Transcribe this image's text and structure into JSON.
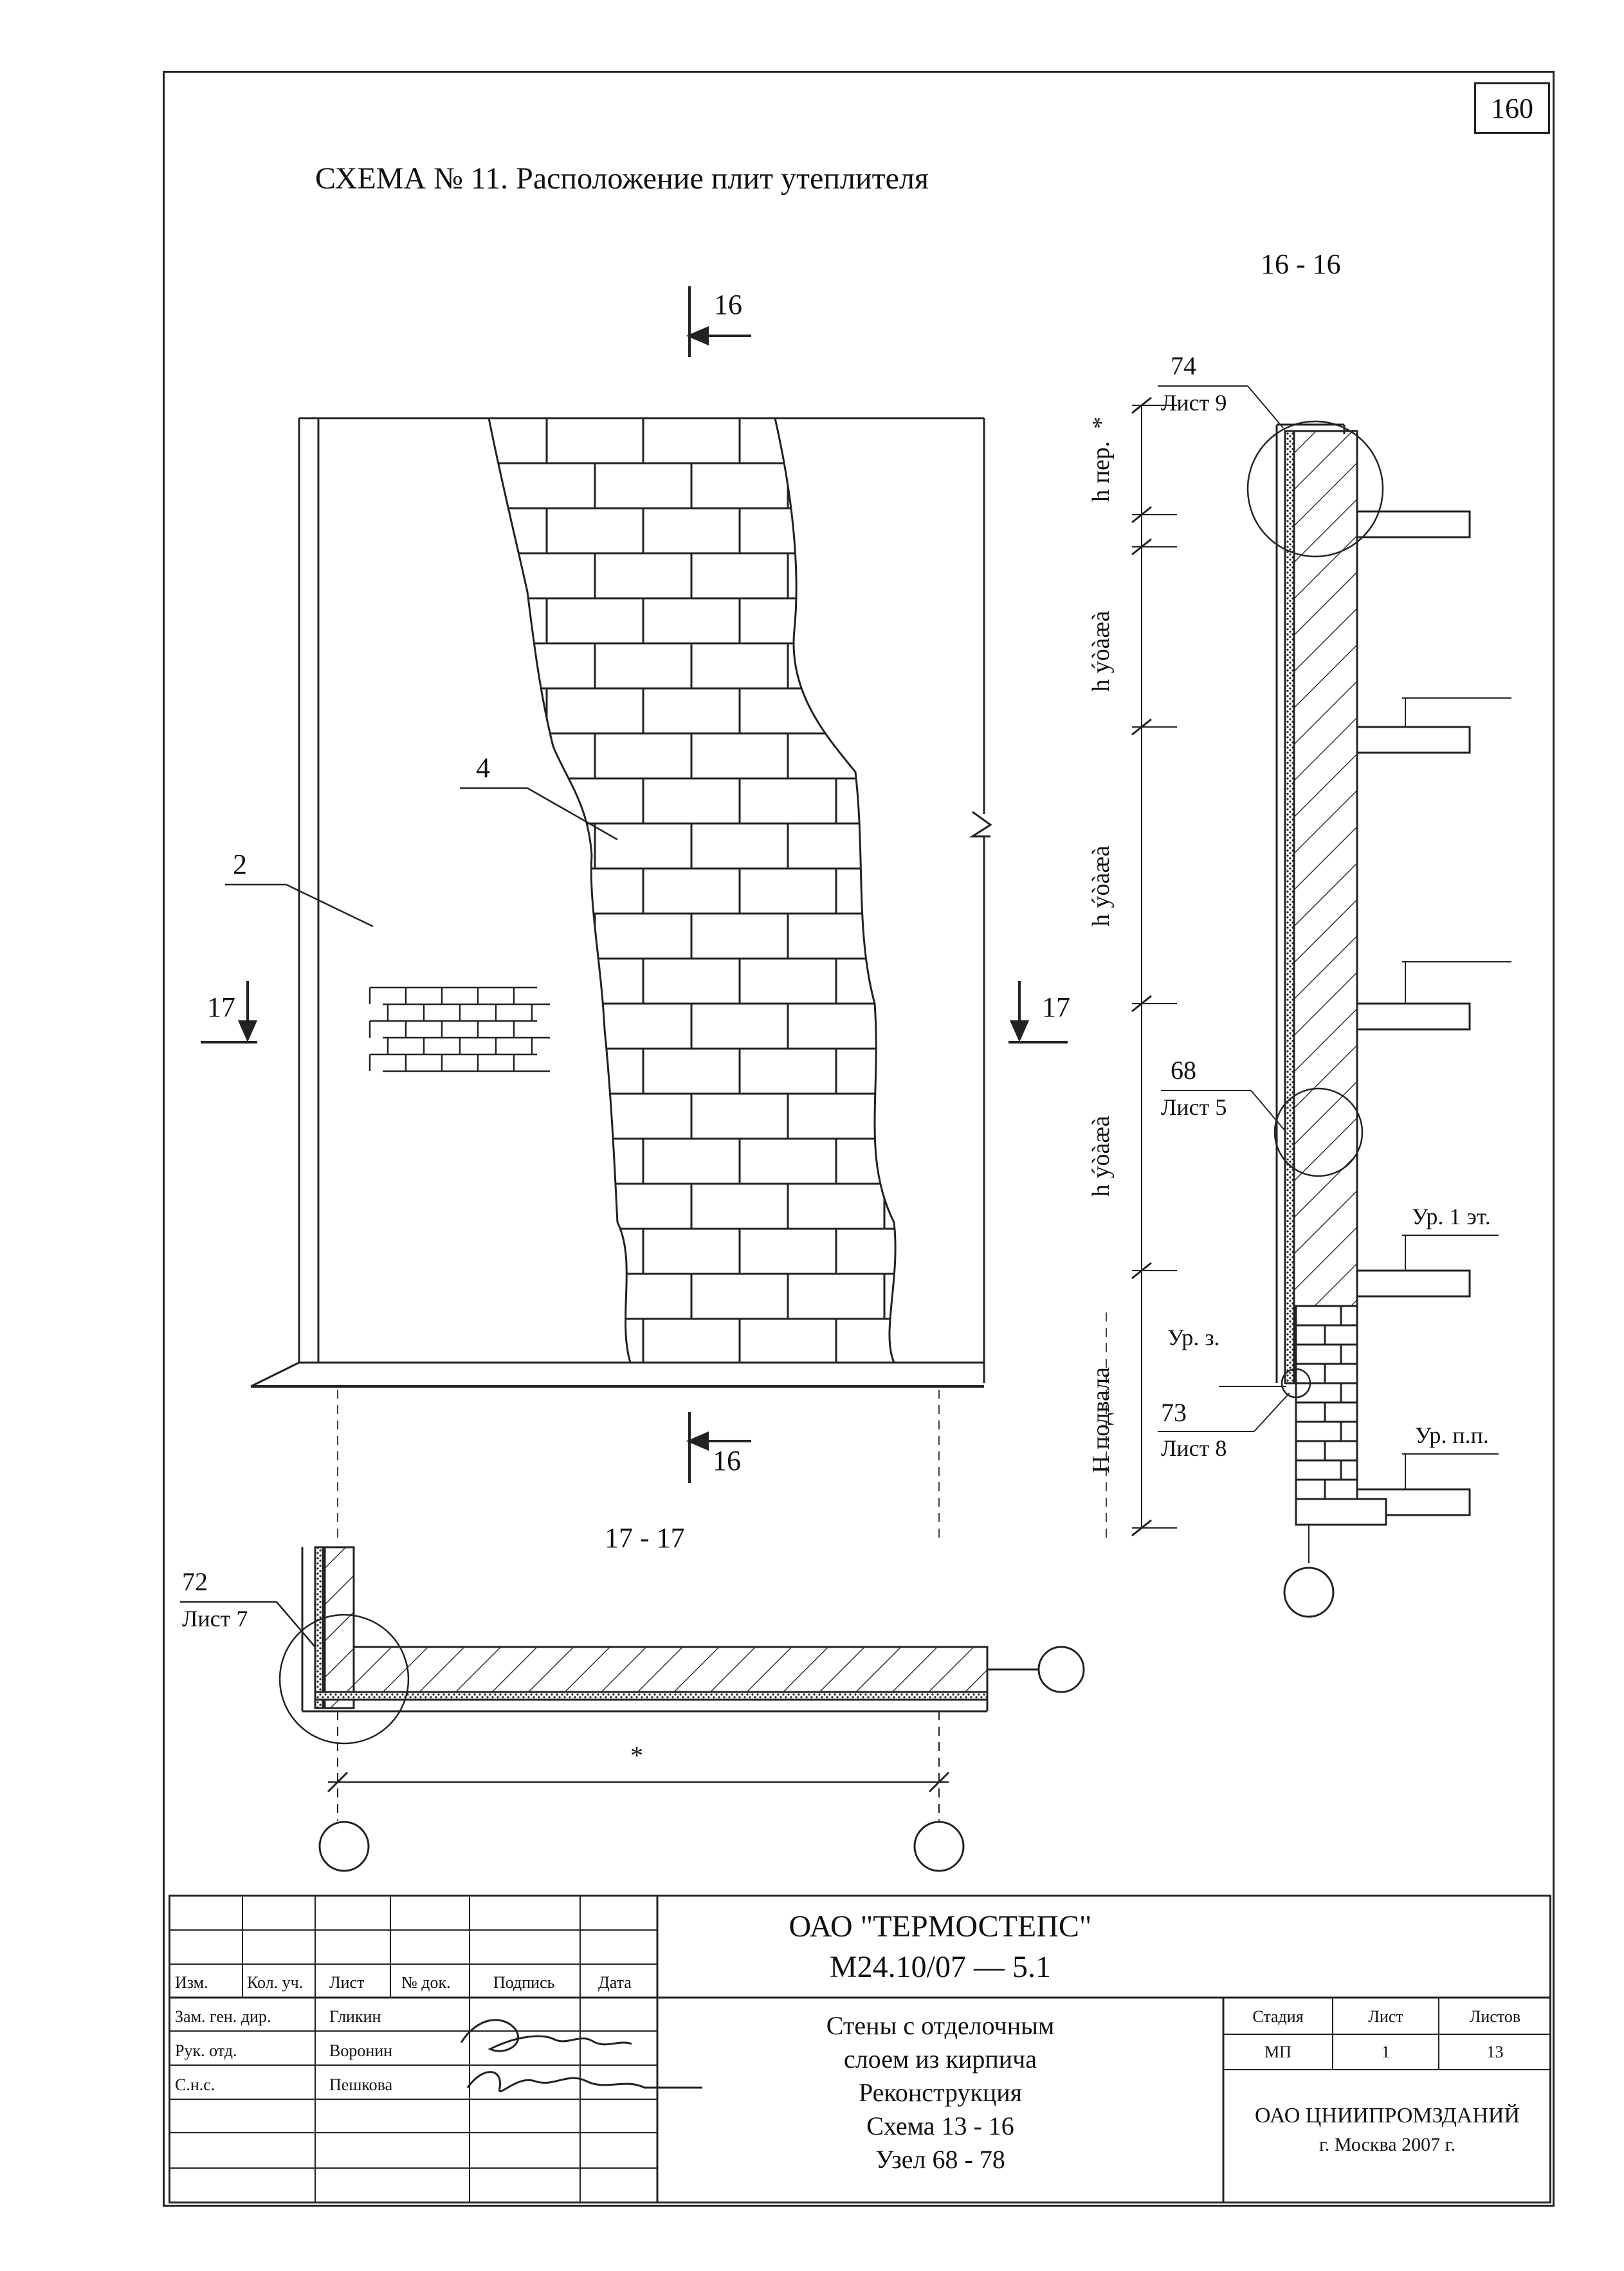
{
  "page": {
    "sheet_number": "160"
  },
  "title": "СХЕМА № 11. Расположение плит утеплителя",
  "labels": {
    "section_16": "16",
    "section_17": "17",
    "section_16_16": "16 - 16",
    "section_17_17": "17 - 17",
    "callout_2": "2",
    "callout_4": "4",
    "node_74": "74",
    "sheet_9": "Лист 9",
    "node_68": "68",
    "sheet_5": "Лист 5",
    "node_73": "73",
    "sheet_8": "Лист 8",
    "node_72": "72",
    "sheet_7": "Лист 7",
    "h_per": "h пер.",
    "h_floor": "h ýòàæà",
    "h_basement": "H подвала",
    "star": "*",
    "level_floor1": "Ур. 1 эт.",
    "level_ground": "Ур. з.",
    "level_basement_floor": "Ур. п.п."
  },
  "title_block": {
    "headers": [
      "Изм.",
      "Кол. уч.",
      "Лист",
      "№ док.",
      "Подпись",
      "Дата"
    ],
    "rows": [
      {
        "role": "Зам. ген. дир.",
        "name": "Гликин"
      },
      {
        "role": "Рук. отд.",
        "name": "Воронин"
      },
      {
        "role": "С.н.с.",
        "name": "Пешкова"
      }
    ],
    "company": "ОАО \"ТЕРМОСТЕПС\"",
    "code": "М24.10/07  —  5.1",
    "description": [
      "Стены с отделочным",
      "слоем из кирпича",
      "Реконструкция",
      "Схема 13 - 16",
      "Узел 68 - 78"
    ],
    "stage_header": "Стадия",
    "sheet_header": "Лист",
    "sheets_header": "Листов",
    "stage": "МП",
    "sheet": "1",
    "sheets": "13",
    "organization": "ОАО ЦНИИПРОМЗДАНИЙ",
    "city_year": "г. Москва 2007 г."
  }
}
